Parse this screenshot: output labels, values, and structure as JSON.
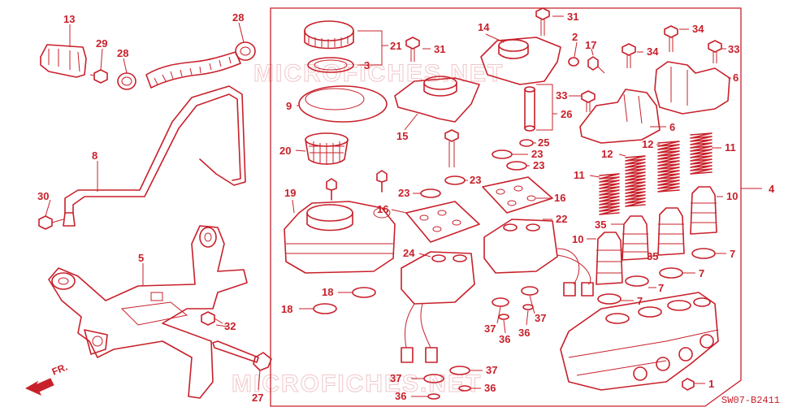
{
  "diagram": {
    "code": "SW07-B2411",
    "direction": "FR.",
    "watermark": "MICROFICHES.NET",
    "callouts": {
      "c13": "13",
      "c29": "29",
      "c28a": "28",
      "c28b": "28",
      "c8": "8",
      "c30": "30",
      "c5": "5",
      "c32": "32",
      "c27": "27",
      "c21": "21",
      "c3": "3",
      "c9": "9",
      "c20": "20",
      "c19": "19",
      "c31a": "31",
      "c31b": "31",
      "c14": "14",
      "c15": "15",
      "c2": "2",
      "c17": "17",
      "c26": "26",
      "c25": "25",
      "c23a": "23",
      "c23b": "23",
      "c23c": "23",
      "c23d": "23",
      "c16a": "16",
      "c16b": "16",
      "c22": "22",
      "c24": "24",
      "c18a": "18",
      "c18b": "18",
      "c37a": "37",
      "c37b": "37",
      "c37c": "37",
      "c37d": "37",
      "c36a": "36",
      "c36b": "36",
      "c36c": "36",
      "c36d": "36",
      "c34a": "34",
      "c34b": "34",
      "c33a": "33",
      "c33b": "33",
      "c6a": "6",
      "c6b": "6",
      "c12a": "12",
      "c12b": "12",
      "c11a": "11",
      "c11b": "11",
      "c10a": "10",
      "c10b": "10",
      "c35a": "35",
      "c35b": "35",
      "c7a": "7",
      "c7b": "7",
      "c7c": "7",
      "c7d": "7",
      "c4": "4",
      "c1": "1"
    }
  }
}
